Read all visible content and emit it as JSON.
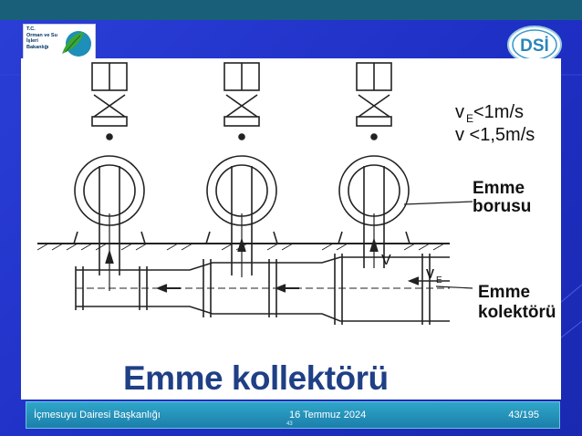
{
  "header": {
    "logo_left_text": "T.C.\nOrman ve Su İşleri\nBakanlığı",
    "logo_right_text": "DSİ"
  },
  "figure": {
    "speed_1": "v",
    "speed_1_sub": "E",
    "speed_1_rest": " <1m/s",
    "speed_2": "v <1,5m/s",
    "label_suction_pipe_line1": "Emme",
    "label_suction_pipe_line2": "borusu",
    "label_collector_line1": "Emme",
    "label_collector_line2": "kolektörü",
    "mark_v": "V",
    "mark_ve": "v",
    "mark_ve_sub": "E",
    "caption": "Emme kollektörü"
  },
  "footer": {
    "org": "İçmesuyu Dairesi Başkanlığı",
    "date": "16 Temmuz 2024",
    "small_page": "43",
    "page_counter": "43/195"
  },
  "colors": {
    "topbar": "#1a5f7a",
    "slide_background": "#2233cc",
    "footer": "#2a9bc4",
    "caption": "#1f3f86"
  }
}
